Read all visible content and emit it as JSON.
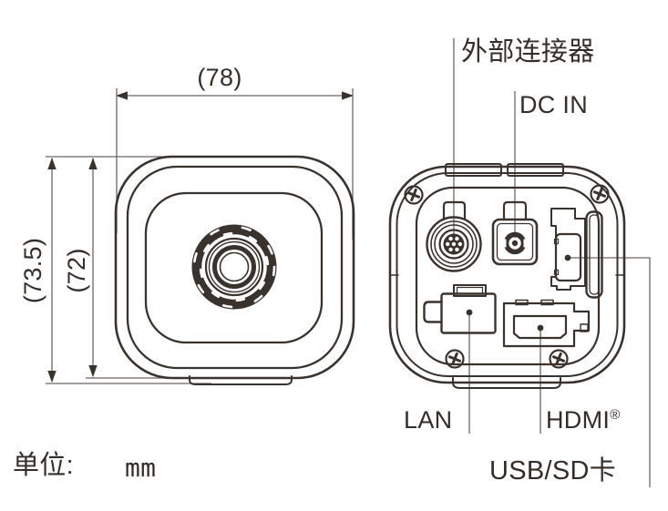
{
  "diagram": {
    "title_context": "camera-dimension-drawing",
    "unit": {
      "label": "单位:",
      "value": "mm"
    },
    "dimensions": {
      "width_mm": "(78)",
      "height_total_mm": "(73.5)",
      "height_body_mm": "(72)"
    },
    "rear_labels": {
      "external_connector": "外部连接器",
      "dc_in": "DC IN",
      "lan": "LAN",
      "hdmi": "HDMI",
      "hdmi_reg": "®",
      "usb_sd": "USB/SD卡"
    },
    "colors": {
      "outline": "#3a322c",
      "thin_line": "#6e6660",
      "text": "#352d28",
      "background": "#ffffff"
    }
  }
}
